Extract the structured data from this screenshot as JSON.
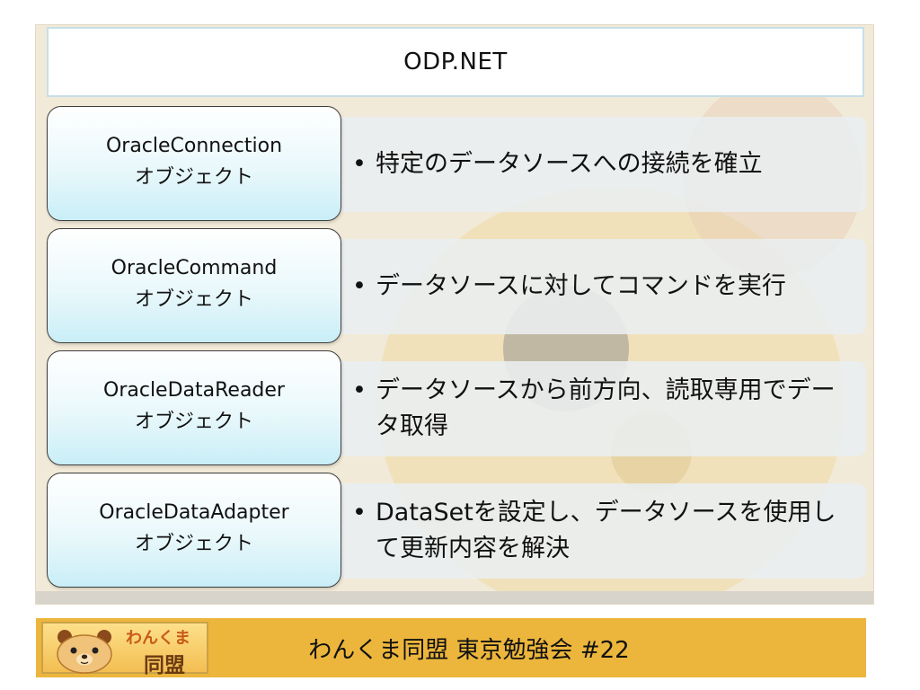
{
  "header": {
    "title": "ODP.NET"
  },
  "rows": [
    {
      "name_line1": "OracleConnection",
      "name_line2": "オブジェクト",
      "bullet": "•",
      "description": "特定のデータソースへの接続を確立"
    },
    {
      "name_line1": "OracleCommand",
      "name_line2": "オブジェクト",
      "bullet": "•",
      "description": "データソースに対してコマンドを実行"
    },
    {
      "name_line1": "OracleDataReader",
      "name_line2": "オブジェクト",
      "bullet": "•",
      "description": "データソースから前方向、読取専用でデータ取得"
    },
    {
      "name_line1": "OracleDataAdapter",
      "name_line2": "オブジェクト",
      "bullet": "•",
      "description": "DataSetを設定し、データソースを使用して更新内容を解決"
    }
  ],
  "footer": {
    "logo_top": "わんくま",
    "logo_bottom": "同盟",
    "title": "わんくま同盟 東京勉強会 #22"
  },
  "colors": {
    "panel": "#f2ead8",
    "box_gradient_end": "#c9eef7",
    "desc_background": "#e9eef0",
    "footer": "#ecb63c",
    "logo_text": "#c85a18"
  },
  "icons": {
    "logo": "bear-face-icon"
  }
}
